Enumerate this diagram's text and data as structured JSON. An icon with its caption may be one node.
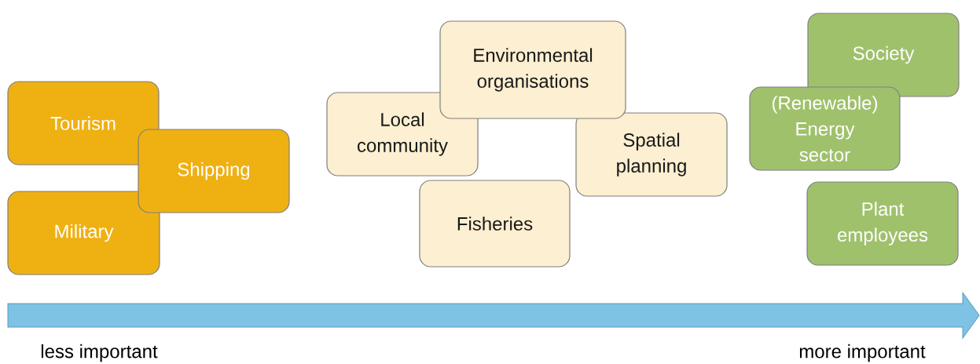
{
  "diagram": {
    "nodes": [
      {
        "text": [
          "Tourism"
        ]
      },
      {
        "text": [
          "Shipping"
        ]
      },
      {
        "text": [
          "Military"
        ]
      },
      {
        "text": [
          "Environmental organisations"
        ]
      },
      {
        "text": [
          "Local community"
        ]
      },
      {
        "text": [
          "Spatial planning"
        ]
      },
      {
        "text": [
          "Fisheries"
        ]
      },
      {
        "text": [
          "Society"
        ]
      },
      {
        "text": [
          "(Renewable) Energy sector"
        ]
      },
      {
        "text": [
          "Plant employees"
        ]
      }
    ],
    "edges": [],
    "labels": [
      "less important",
      "more important"
    ]
  }
}
